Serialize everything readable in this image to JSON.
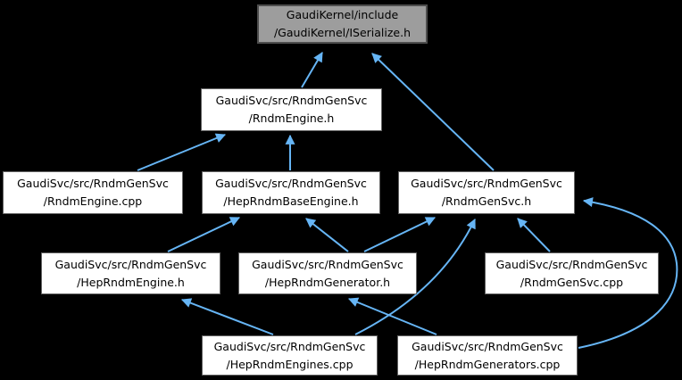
{
  "diagram": {
    "kind": "include-dependency-graph",
    "colors": {
      "background": "#000000",
      "edge": "#66b5f5",
      "node_fill": "#ffffff",
      "node_border": "#636363",
      "node_text": "#000000",
      "highlight_fill": "#9d9d9d",
      "highlight_border": "#4e4e4e"
    },
    "nodes": [
      {
        "line1": "GaudiKernel/include",
        "line2": "/GaudiKernel/ISerialize.h",
        "highlighted": true
      },
      {
        "line1": "GaudiSvc/src/RndmGenSvc",
        "line2": "/RndmEngine.h"
      },
      {
        "line1": "GaudiSvc/src/RndmGenSvc",
        "line2": "/RndmEngine.cpp"
      },
      {
        "line1": "GaudiSvc/src/RndmGenSvc",
        "line2": "/HepRndmBaseEngine.h"
      },
      {
        "line1": "GaudiSvc/src/RndmGenSvc",
        "line2": "/RndmGenSvc.h"
      },
      {
        "line1": "GaudiSvc/src/RndmGenSvc",
        "line2": "/HepRndmEngine.h"
      },
      {
        "line1": "GaudiSvc/src/RndmGenSvc",
        "line2": "/HepRndmGenerator.h"
      },
      {
        "line1": "GaudiSvc/src/RndmGenSvc",
        "line2": "/RndmGenSvc.cpp"
      },
      {
        "line1": "GaudiSvc/src/RndmGenSvc",
        "line2": "/HepRndmEngines.cpp"
      },
      {
        "line1": "GaudiSvc/src/RndmGenSvc",
        "line2": "/HepRndmGenerators.cpp"
      }
    ],
    "edges": [
      {
        "from": "RndmEngine.h",
        "to": "ISerialize.h"
      },
      {
        "from": "RndmGenSvc.h",
        "to": "ISerialize.h"
      },
      {
        "from": "RndmEngine.cpp",
        "to": "RndmEngine.h"
      },
      {
        "from": "HepRndmBaseEngine.h",
        "to": "RndmEngine.h"
      },
      {
        "from": "HepRndmEngine.h",
        "to": "HepRndmBaseEngine.h"
      },
      {
        "from": "HepRndmGenerator.h",
        "to": "HepRndmBaseEngine.h"
      },
      {
        "from": "HepRndmGenerator.h",
        "to": "RndmGenSvc.h"
      },
      {
        "from": "HepRndmEngines.cpp",
        "to": "RndmGenSvc.h"
      },
      {
        "from": "RndmGenSvc.cpp",
        "to": "RndmGenSvc.h"
      },
      {
        "from": "HepRndmGenerators.cpp",
        "to": "RndmGenSvc.h"
      },
      {
        "from": "HepRndmEngines.cpp",
        "to": "HepRndmEngine.h"
      },
      {
        "from": "HepRndmGenerators.cpp",
        "to": "HepRndmGenerator.h"
      }
    ]
  }
}
